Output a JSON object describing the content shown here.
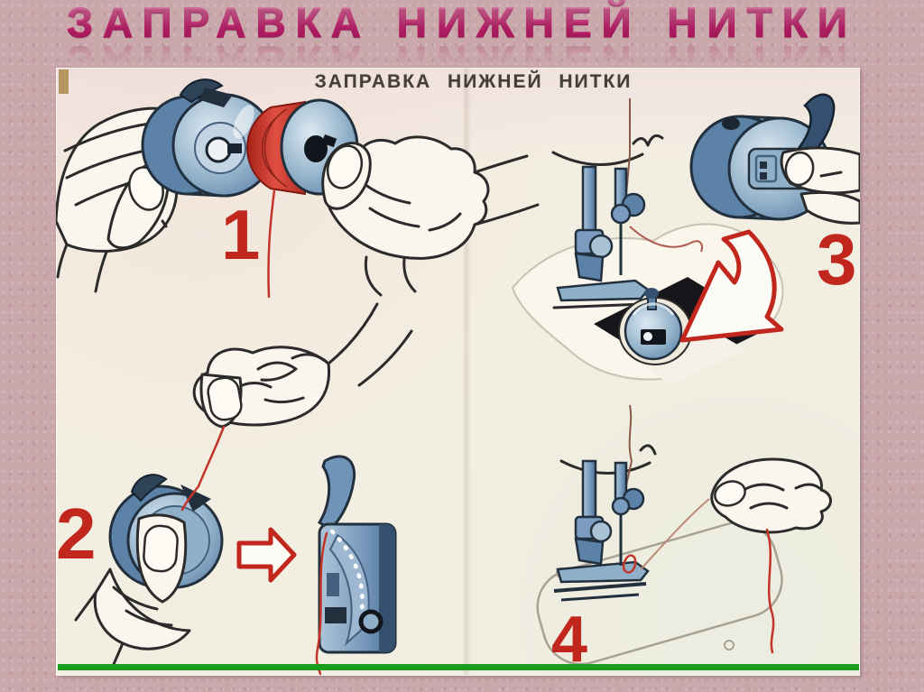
{
  "slide": {
    "title": "ЗАПРАВКА НИЖНЕЙ НИТКИ"
  },
  "diagram": {
    "title": "ЗАПРАВКА НИЖНЕЙ НИТКИ",
    "steps": [
      {
        "number": "1"
      },
      {
        "number": "2"
      },
      {
        "number": "3"
      },
      {
        "number": "4"
      }
    ]
  },
  "colors": {
    "background_pink": "#c9a7ab",
    "panel_cream": "#f3eee2",
    "title_pink_top": "#f6a2c6",
    "title_pink_bottom": "#c90d62",
    "diagram_title_text": "#453f3a",
    "step_number_red": "#c1271d",
    "thread_red": "#c43529",
    "machine_blue": "#7b9cbe",
    "green_line": "#1a9c1c",
    "corner_mark_tan": "#b5975f"
  }
}
